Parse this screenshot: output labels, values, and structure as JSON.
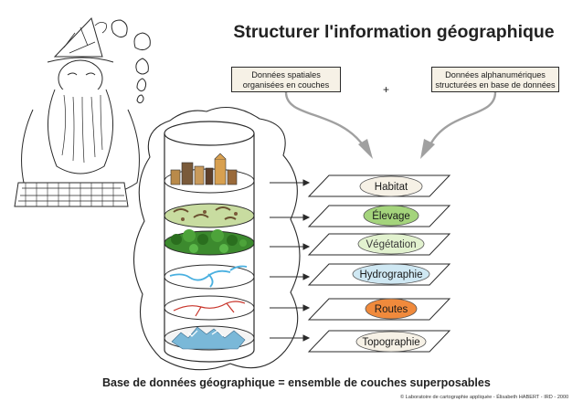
{
  "title": "Structurer l'information géographique",
  "box_spatial": "Données spatiales organisées en couches",
  "box_alpha": "Données alphanumériques structurées en base de données",
  "plus": "+",
  "layers": [
    {
      "label": "Habitat",
      "fill": "#f6f1e6",
      "text_color": "#1a1a1a"
    },
    {
      "label": "Élevage",
      "fill": "#a4d47c",
      "text_color": "#1a1a1a"
    },
    {
      "label": "Végétation",
      "fill": "#e2f2cf",
      "text_color": "#3a3a3a"
    },
    {
      "label": "Hydrographie",
      "fill": "#cfe8f3",
      "text_color": "#1a1a1a"
    },
    {
      "label": "Routes",
      "fill": "#f08a3c",
      "text_color": "#1a1a1a"
    },
    {
      "label": "Topographie",
      "fill": "#f6f1e6",
      "text_color": "#1a1a1a"
    }
  ],
  "bottom_caption": "Base de données géographique = ensemble de couches superposables",
  "credit": "© Laboratoire de cartographie appliquée - Élisabeth HABERT - IRD - 2000"
}
